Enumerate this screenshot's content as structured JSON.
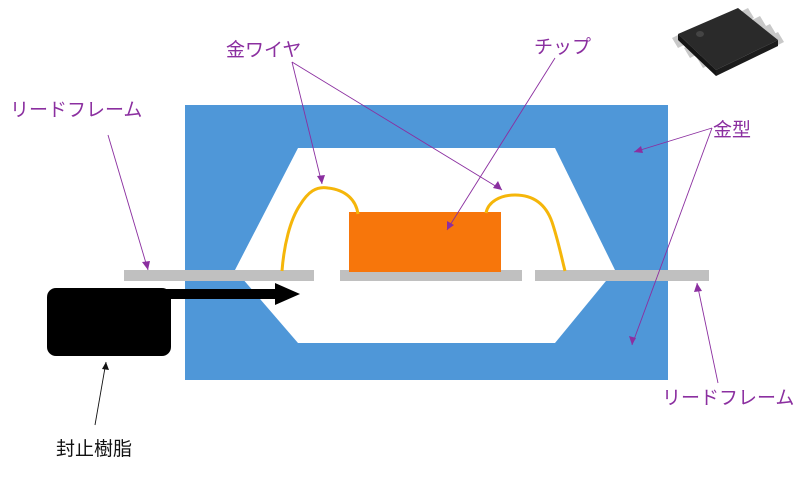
{
  "diagram": {
    "labels": {
      "gold_wire": "金ワイヤ",
      "chip": "チップ",
      "lead_frame_left": "リードフレーム",
      "mold": "金型",
      "lead_frame_right": "リードフレーム",
      "encapsulant": "封止樹脂"
    },
    "colors": {
      "mold": "#4f97d8",
      "cavity": "#ffffff",
      "lead_frame": "#c0c0c0",
      "chip": "#f7760b",
      "gold_wire": "#f5b60a",
      "encapsulant": "#000000",
      "pointer_purple": "#8b2fa0",
      "pointer_black": "#111111"
    }
  }
}
